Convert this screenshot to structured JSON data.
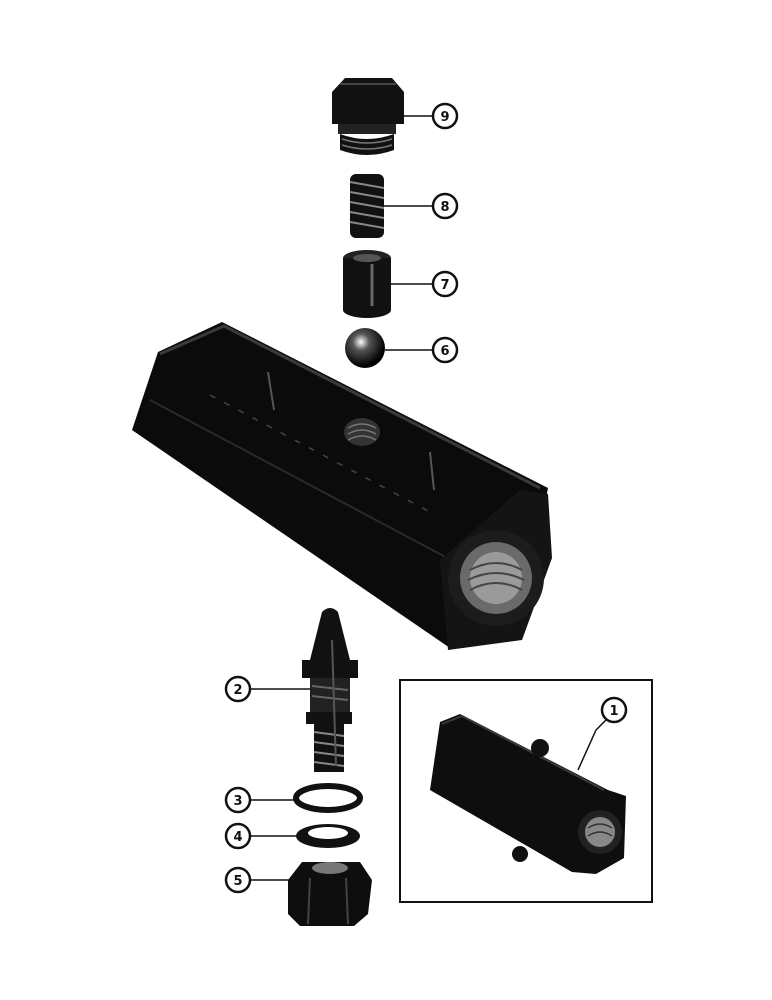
{
  "diagram": {
    "callouts": [
      {
        "id": "c9",
        "label": "9",
        "part": "plug"
      },
      {
        "id": "c8",
        "label": "8",
        "part": "spring"
      },
      {
        "id": "c7",
        "label": "7",
        "part": "seat"
      },
      {
        "id": "c6",
        "label": "6",
        "part": "ball"
      },
      {
        "id": "c2",
        "label": "2",
        "part": "fitting"
      },
      {
        "id": "c3",
        "label": "3",
        "part": "o-ring"
      },
      {
        "id": "c4",
        "label": "4",
        "part": "washer"
      },
      {
        "id": "c5",
        "label": "5",
        "part": "nut"
      },
      {
        "id": "c1",
        "label": "1",
        "part": "valve-assembly"
      }
    ],
    "colors": {
      "ink": "#111111",
      "paper": "#ffffff"
    }
  }
}
